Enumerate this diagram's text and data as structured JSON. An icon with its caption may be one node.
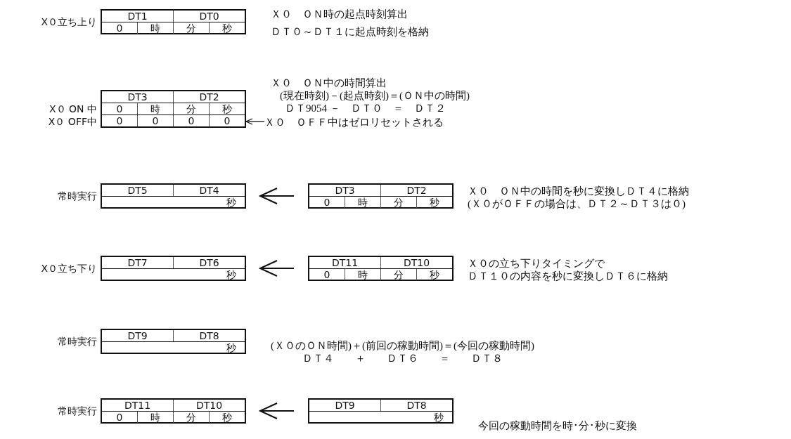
{
  "diagram": {
    "nodes": [
      {
        "text": [
          "DT1",
          "DT0",
          "0",
          "時",
          "分",
          "秒"
        ],
        "beside": [
          "X０立ち上り"
        ]
      },
      {
        "text": [
          "DT3",
          "DT2",
          "0",
          "時",
          "分",
          "秒",
          "0",
          "0",
          "0",
          "0"
        ],
        "beside": [
          "X０ ON 中",
          "X０ OFF中"
        ]
      },
      {
        "text": [
          "Ｘ０　ＯＦＦ中はゼロリセットされる"
        ]
      },
      {
        "text": [
          "DT5",
          "DT4",
          "秒"
        ],
        "beside": [
          "常時実行"
        ]
      },
      {
        "text": [
          "DT3",
          "DT2",
          "0",
          "時",
          "分",
          "秒"
        ]
      },
      {
        "text": [
          "DT7",
          "DT6",
          "秒"
        ],
        "beside": [
          "X０立ち下り"
        ]
      },
      {
        "text": [
          "DT11",
          "DT10",
          "0",
          "時",
          "分",
          "秒"
        ]
      },
      {
        "text": [
          "DT9",
          "DT8",
          "秒"
        ],
        "beside": [
          "常時実行"
        ]
      },
      {
        "text": [
          "DT11",
          "DT10",
          "0",
          "時",
          "分",
          "秒"
        ],
        "beside": [
          "常時実行"
        ]
      },
      {
        "text": [
          "DT9",
          "DT8",
          "秒"
        ]
      }
    ],
    "edges": [
      {
        "from": 2,
        "to": 1,
        "arrow": "to"
      },
      {
        "from": 4,
        "to": 3,
        "arrow": "to"
      },
      {
        "from": 6,
        "to": 5,
        "arrow": "to"
      },
      {
        "from": 9,
        "to": 8,
        "arrow": "to"
      }
    ],
    "labels": [
      "Ｘ０　ＯＮ時の起点時刻算出",
      "ＤＴ０～ＤＴ１に起点時刻を格納",
      "Ｘ０　ＯＮ中の時間算出",
      "(現在時刻)－(起点時刻)＝(ＯＮ中の時間)",
      "ＤＴ9054 －　ＤＴ０　＝　ＤＴ２",
      "Ｘ０　ＯＮ中の時間を秒に変換しＤＴ４に格納",
      "(Ｘ０がＯＦＦの場合は、ＤＴ２～ＤＴ３は０)",
      "Ｘ０の立ち下りタイミングで",
      "ＤＴ１０の内容を秒に変換しＤＴ６に格納",
      "(Ｘ０のＯＮ時間)＋(前回の稼動時間)＝(今回の稼動時間)",
      "ＤＴ４　　＋　　ＤＴ６　　＝　　ＤＴ８",
      "今回の稼動時間を時･分･秒に変換"
    ]
  }
}
